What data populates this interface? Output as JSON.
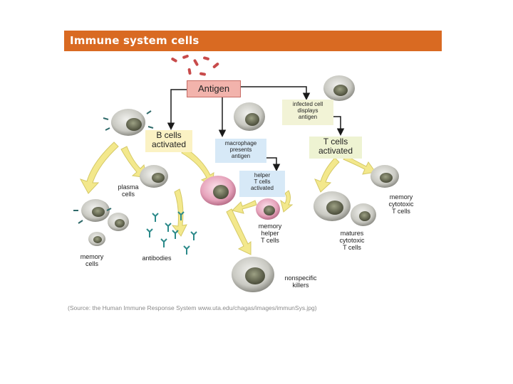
{
  "header": {
    "title": "Immune system cells"
  },
  "boxes": {
    "antigen": "Antigen",
    "b_cells_activated": [
      "B cells",
      "activated"
    ],
    "macrophage_presents_antigen": [
      "macrophage",
      "presents",
      "antigen"
    ],
    "helper_t_cells_activated": [
      "helper",
      "T cells",
      "activated"
    ],
    "infected_cell_displays_antigen": [
      "infected cell",
      "displays",
      "antigen"
    ],
    "t_cells_activated": [
      "T cells",
      "activated"
    ]
  },
  "labels": {
    "plasma_cells": [
      "plasma",
      "cells"
    ],
    "memory_cells": [
      "memory",
      "cells"
    ],
    "antibodies": "antibodies",
    "memory_helper_t_cells": [
      "memory",
      "helper",
      "T cells"
    ],
    "nonspecific_killers": [
      "nonspecific",
      "killers"
    ],
    "memory_cytotoxic_t_cells": [
      "memory",
      "cytotoxic",
      "T cells"
    ],
    "matures_cytotoxic_t_cells": [
      "matures",
      "cytotoxic",
      "T cells"
    ]
  },
  "source": "(Source: the Human Immune Response System www.uta.edu/chagas/images/immunSys.jpg)",
  "colors": {
    "header": "#d96a22",
    "antigen_box": "#f2b3ac",
    "b_cells_box": "#fbf2c4",
    "helper_box": "#d7e9f7",
    "t_cells_box": "#eef3d2",
    "arrow_yellow": "#f3e88c",
    "arrow_black": "#1a1a1a"
  }
}
